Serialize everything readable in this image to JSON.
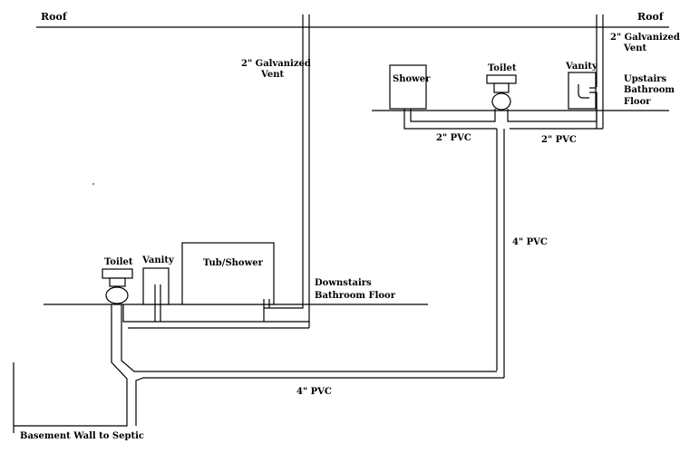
{
  "labels": {
    "roof_left": "Roof",
    "roof_right": "Roof",
    "vent_main_line1": "2\" Galvanized",
    "vent_main_line2": "Vent",
    "vent_upper_line1": "2\" Galvanized",
    "vent_upper_line2": "Vent",
    "upstairs_floor_line1": "Upstairs",
    "upstairs_floor_line2": "Bathroom",
    "upstairs_floor_line3": "Floor",
    "downstairs_floor_line1": "Downstairs",
    "downstairs_floor_line2": "Bathroom Floor",
    "shower": "Shower",
    "toilet_upstairs": "Toilet",
    "vanity_upstairs": "Vanity",
    "toilet_downstairs": "Toilet",
    "vanity_downstairs": "Vanity",
    "tub_shower": "Tub/Shower",
    "pvc_2_left": "2\" PVC",
    "pvc_2_right": "2\" PVC",
    "pvc_4_vertical": "4\" PVC",
    "pvc_4_bottom": "4\" PVC",
    "basement_wall": "Basement Wall to Septic"
  }
}
